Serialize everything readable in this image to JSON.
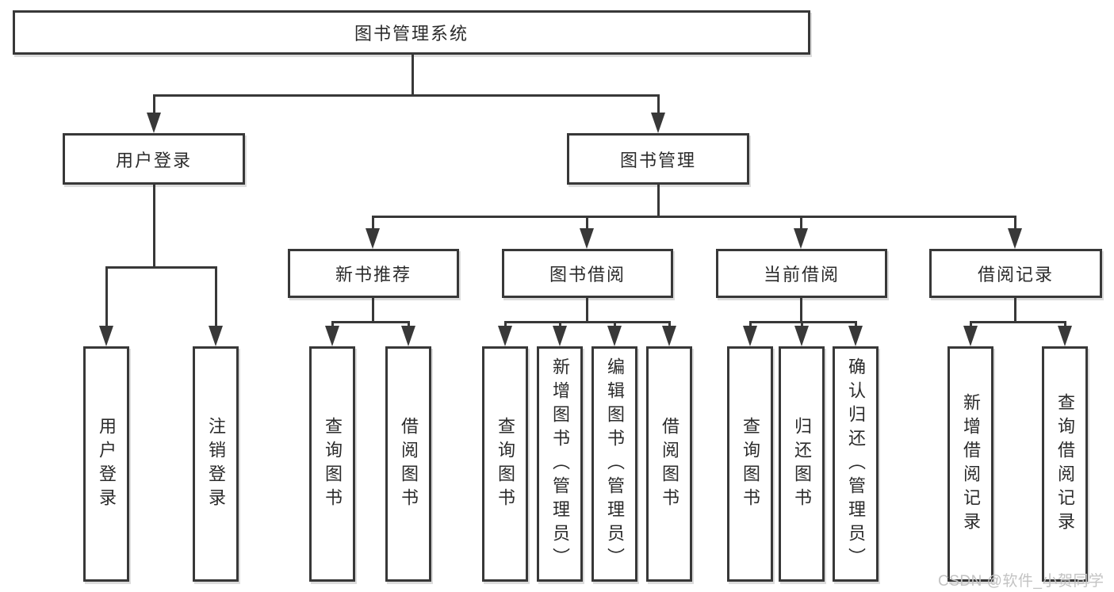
{
  "nodes": {
    "root": "图书管理系统",
    "userLogin": "用户登录",
    "bookMgmt": "图书管理",
    "newBookRec": "新书推荐",
    "bookBorrow": "图书借阅",
    "currentBorrow": "当前借阅",
    "borrowRecords": "借阅记录",
    "leafUserLogin": "用户登录",
    "leafLogout": "注销登录",
    "leafQueryBookA": "查询图书",
    "leafBorrowBookA": "借阅图书",
    "leafQueryBookB": "查询图书",
    "leafAddBookAdmin": "新增图书（管理员）",
    "leafEditBookAdmin": "编辑图书（管理员）",
    "leafBorrowBookB": "借阅图书",
    "leafQueryBookC": "查询图书",
    "leafReturnBook": "归还图书",
    "leafConfirmReturnAdmin": "确认归还（管理员）",
    "leafAddBorrowRecord": "新增借阅记录",
    "leafQueryBorrowRecord": "查询借阅记录"
  },
  "hierarchy": {
    "图书管理系统": {
      "用户登录": [
        "用户登录",
        "注销登录"
      ],
      "图书管理": {
        "新书推荐": [
          "查询图书",
          "借阅图书"
        ],
        "图书借阅": [
          "查询图书",
          "新增图书（管理员）",
          "编辑图书（管理员）",
          "借阅图书"
        ],
        "当前借阅": [
          "查询图书",
          "归还图书",
          "确认归还（管理员）"
        ],
        "借阅记录": [
          "新增借阅记录",
          "查询借阅记录"
        ]
      }
    }
  },
  "watermark": "CSDN @软件_小贺同学",
  "colors": {
    "line": "#383838",
    "text": "#2b2b2b",
    "background": "#ffffff",
    "watermark": "#c3c3c3"
  }
}
